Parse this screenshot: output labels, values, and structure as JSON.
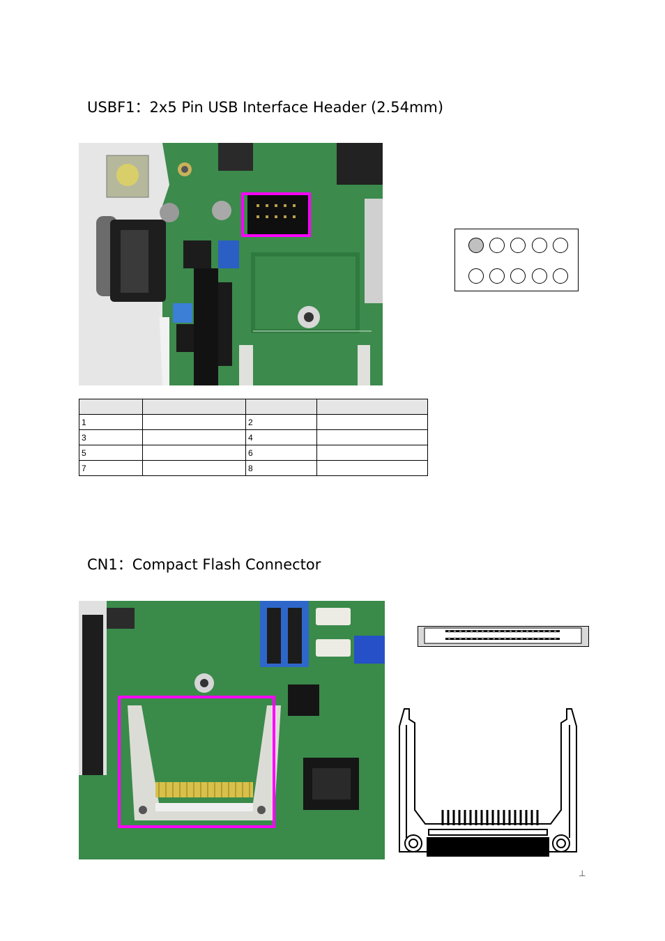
{
  "sections": [
    {
      "heading": "USBF1：2x5 Pin USB Interface Header (2.54mm)"
    },
    {
      "heading": "CN1：Compact Flash Connector"
    }
  ],
  "usb_pin_table": {
    "rows": [
      [
        "1",
        "",
        "2",
        ""
      ],
      [
        "3",
        "",
        "4",
        ""
      ],
      [
        "5",
        "",
        "6",
        ""
      ],
      [
        "7",
        "",
        "8",
        ""
      ]
    ]
  },
  "usb_pin_diagram": {
    "rows": 2,
    "columns": 5,
    "pin1_fill": "#c0c0c0"
  },
  "highlight_color": "#ff00ff",
  "page_mark": "⊥"
}
